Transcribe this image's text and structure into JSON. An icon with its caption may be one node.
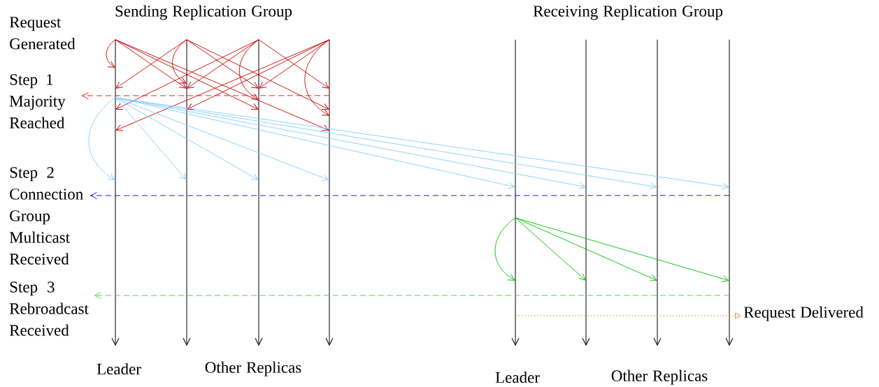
{
  "diagram": {
    "nodes": [
      {
        "text": [],
        "shape": "line",
        "beside": [
          "Leader"
        ]
      },
      {
        "text": [],
        "shape": "line"
      },
      {
        "text": [],
        "shape": "line"
      },
      {
        "text": [],
        "shape": "line"
      },
      {
        "text": [],
        "shape": "line",
        "beside": [
          "Leader"
        ]
      },
      {
        "text": [],
        "shape": "line"
      },
      {
        "text": [],
        "shape": "line"
      },
      {
        "text": [],
        "shape": "line"
      },
      {
        "text": [
          "Request Delivered"
        ]
      },
      {
        "text": [
          "Step 1 Majority Reached"
        ]
      },
      {
        "text": [
          "Step 2 Connection Group Multicast Received"
        ]
      },
      {
        "text": [
          "Step 3 Rebroadcast Received"
        ]
      }
    ],
    "edges": [
      {
        "from": 0,
        "to": 0,
        "arrow": "to",
        "color": "#cc0000"
      },
      {
        "from": 0,
        "to": 1,
        "arrow": "to",
        "color": "#cc0000"
      },
      {
        "from": 0,
        "to": 2,
        "arrow": "to",
        "color": "#cc0000"
      },
      {
        "from": 0,
        "to": 3,
        "arrow": "to",
        "color": "#cc0000"
      },
      {
        "from": 1,
        "to": 0,
        "arrow": "to",
        "color": "#cc0000"
      },
      {
        "from": 1,
        "to": 1,
        "arrow": "to",
        "color": "#cc0000"
      },
      {
        "from": 1,
        "to": 2,
        "arrow": "to",
        "color": "#cc0000"
      },
      {
        "from": 1,
        "to": 3,
        "arrow": "to",
        "color": "#cc0000"
      },
      {
        "from": 2,
        "to": 0,
        "arrow": "to",
        "color": "#cc0000"
      },
      {
        "from": 2,
        "to": 1,
        "arrow": "to",
        "color": "#cc0000"
      },
      {
        "from": 2,
        "to": 2,
        "arrow": "to",
        "color": "#cc0000"
      },
      {
        "from": 2,
        "to": 3,
        "arrow": "to",
        "color": "#cc0000"
      },
      {
        "from": 3,
        "to": 0,
        "arrow": "to",
        "color": "#cc0000"
      },
      {
        "from": 3,
        "to": 1,
        "arrow": "to",
        "color": "#cc0000"
      },
      {
        "from": 3,
        "to": 2,
        "arrow": "to",
        "color": "#cc0000"
      },
      {
        "from": 3,
        "to": 3,
        "arrow": "to",
        "color": "#cc0000"
      },
      {
        "from": 0,
        "to": 0,
        "arrow": "to",
        "color": "#87cefa"
      },
      {
        "from": 0,
        "to": 1,
        "arrow": "to",
        "color": "#87cefa"
      },
      {
        "from": 0,
        "to": 2,
        "arrow": "to",
        "color": "#87cefa"
      },
      {
        "from": 0,
        "to": 3,
        "arrow": "to",
        "color": "#87cefa"
      },
      {
        "from": 0,
        "to": 4,
        "arrow": "to",
        "color": "#87cefa"
      },
      {
        "from": 0,
        "to": 5,
        "arrow": "to",
        "color": "#87cefa"
      },
      {
        "from": 0,
        "to": 6,
        "arrow": "to",
        "color": "#87cefa"
      },
      {
        "from": 0,
        "to": 7,
        "arrow": "to",
        "color": "#87cefa"
      },
      {
        "from": 4,
        "to": 4,
        "arrow": "to",
        "color": "#00c000"
      },
      {
        "from": 4,
        "to": 5,
        "arrow": "to",
        "color": "#00c000"
      },
      {
        "from": 4,
        "to": 6,
        "arrow": "to",
        "color": "#00c000"
      },
      {
        "from": 4,
        "to": 7,
        "arrow": "to",
        "color": "#00c000"
      },
      {
        "from": 3,
        "to": 9,
        "arrow": "to",
        "style": "dashed",
        "color": "#ff0000"
      },
      {
        "from": 7,
        "to": 10,
        "arrow": "to",
        "style": "dashed",
        "color": "#0000ff"
      },
      {
        "from": 7,
        "to": 11,
        "arrow": "to",
        "style": "dashed",
        "color": "#40d040"
      },
      {
        "from": 4,
        "to": 8,
        "arrow": "to",
        "style": "dashed",
        "color": "#d08000"
      }
    ],
    "labels": [
      "Sending Replication Group",
      "Receiving Replication Group",
      "Request Generated",
      "Other Replicas",
      "Other Replicas"
    ]
  }
}
